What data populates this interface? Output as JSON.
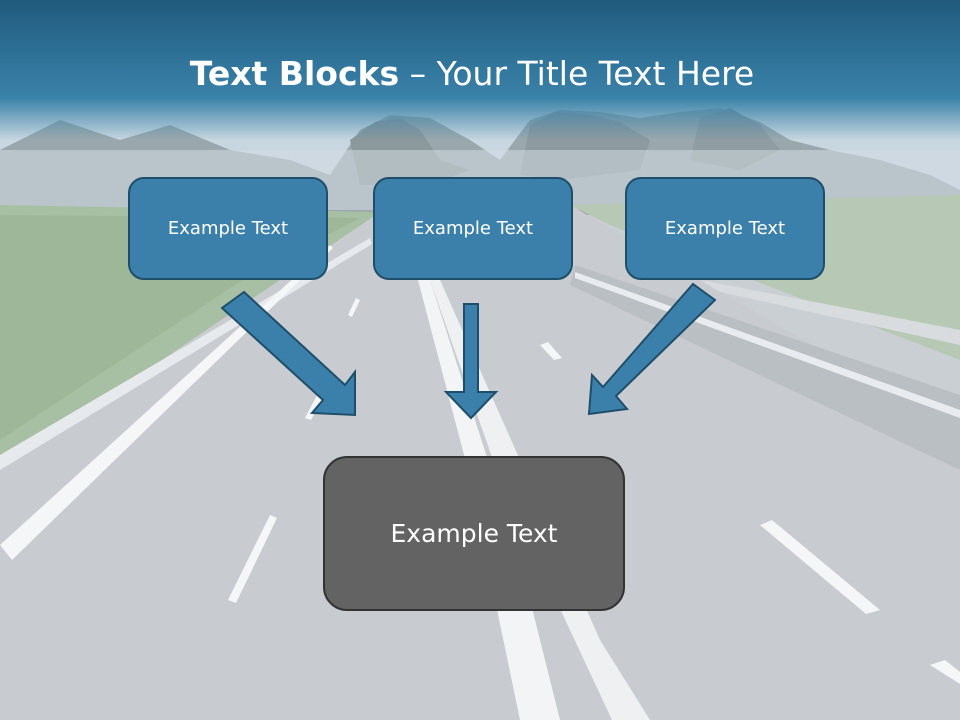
{
  "slide": {
    "title_bold": "Text Blocks",
    "title_separator": "–",
    "title_rest": "Your Title Text Here"
  },
  "blocks": {
    "left": "Example Text",
    "center": "Example Text",
    "right": "Example Text",
    "bottom": "Example Text"
  },
  "colors": {
    "title_bar": "#2c6f95",
    "block_fill": "#3b80aa",
    "block_border": "#1f4e6a",
    "bottom_fill": "#636363",
    "bottom_border": "#333333",
    "arrow_fill": "#3b80aa",
    "arrow_stroke": "#1f4e6a"
  },
  "background": {
    "icon": "highway-road-landscape"
  }
}
